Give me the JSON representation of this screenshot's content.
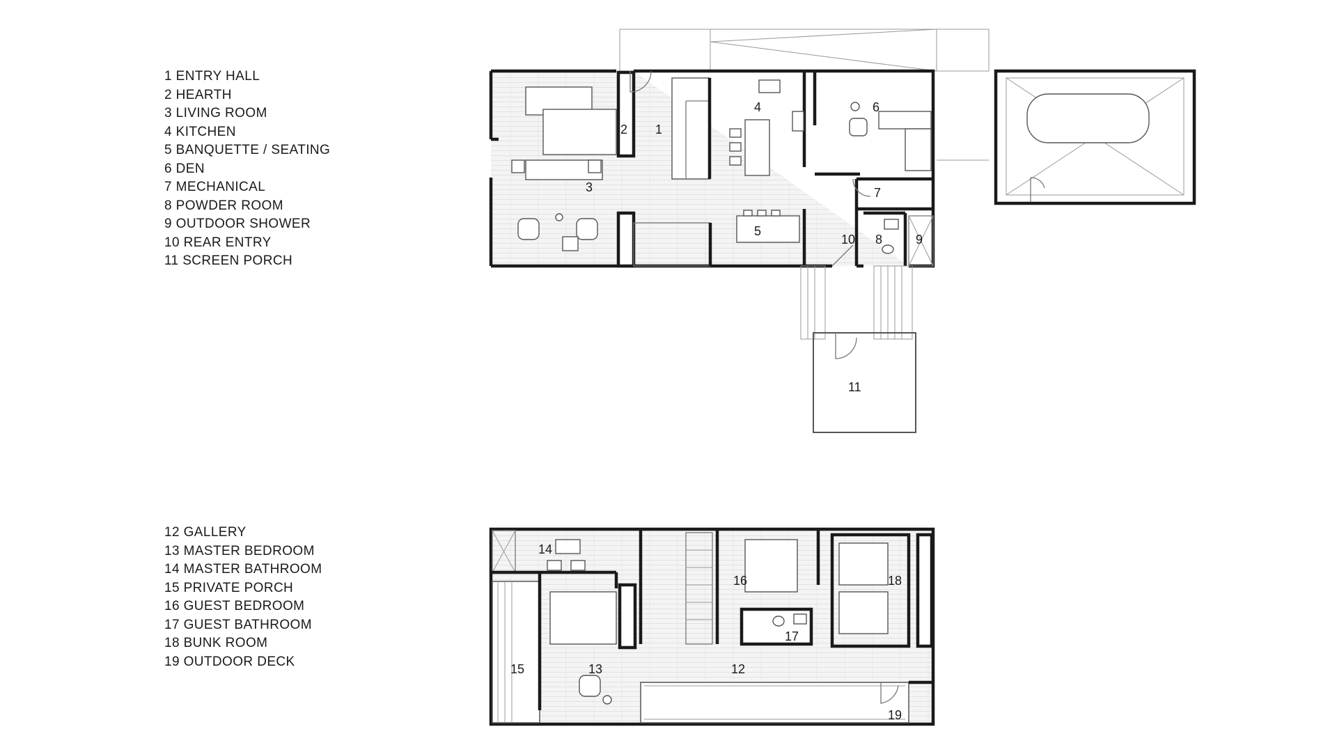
{
  "legend_ground": [
    "1 ENTRY HALL",
    "2 HEARTH",
    "3 LIVING ROOM",
    "4 KITCHEN",
    "5 BANQUETTE / SEATING",
    "6 DEN",
    "7 MECHANICAL",
    "8 POWDER ROOM",
    "9 OUTDOOR SHOWER",
    "10 REAR ENTRY",
    "11 SCREEN PORCH"
  ],
  "legend_upper": [
    "12 GALLERY",
    "13 MASTER BEDROOM",
    "14 MASTER BATHROOM",
    "15 PRIVATE PORCH",
    "16 GUEST BEDROOM",
    "17 GUEST BATHROOM",
    "18 BUNK ROOM",
    "19 OUTDOOR DECK"
  ],
  "room_numbers": {
    "r1": "1",
    "r2": "2",
    "r3": "3",
    "r4": "4",
    "r5": "5",
    "r6": "6",
    "r7": "7",
    "r8": "8",
    "r9": "9",
    "r10": "10",
    "r11": "11",
    "r12": "12",
    "r13": "13",
    "r14": "14",
    "r15": "15",
    "r16": "16",
    "r17": "17",
    "r18": "18",
    "r19": "19"
  },
  "colors": {
    "ink": "#1a1a1a",
    "line": "#777777",
    "floor": "#f2f2f2"
  }
}
